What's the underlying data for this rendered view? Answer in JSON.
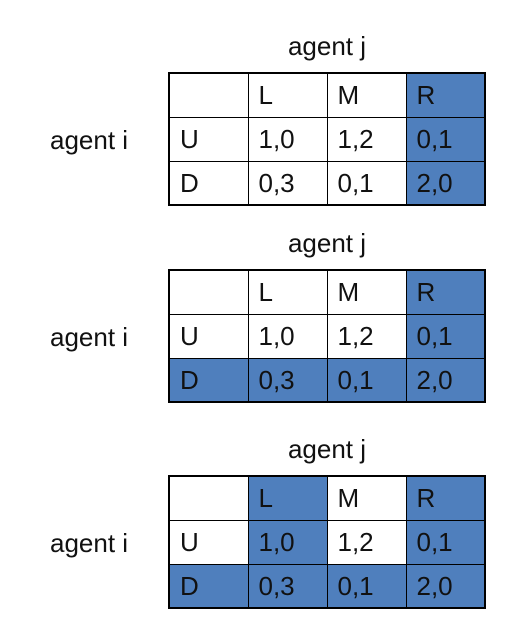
{
  "highlight_color": "#4f7fbd",
  "games": [
    {
      "col_player": "agent j",
      "row_player": "agent i",
      "columns": [
        "L",
        "M",
        "R"
      ],
      "rows": [
        {
          "label": "U",
          "payoffs": [
            "1,0",
            "1,2",
            "0,1"
          ]
        },
        {
          "label": "D",
          "payoffs": [
            "0,3",
            "0,1",
            "2,0"
          ]
        }
      ],
      "highlighted_columns": [
        "R"
      ],
      "highlighted_rows": []
    },
    {
      "col_player": "agent j",
      "row_player": "agent i",
      "columns": [
        "L",
        "M",
        "R"
      ],
      "rows": [
        {
          "label": "U",
          "payoffs": [
            "1,0",
            "1,2",
            "0,1"
          ]
        },
        {
          "label": "D",
          "payoffs": [
            "0,3",
            "0,1",
            "2,0"
          ]
        }
      ],
      "highlighted_columns": [
        "R"
      ],
      "highlighted_rows": [
        "D"
      ]
    },
    {
      "col_player": "agent j",
      "row_player": "agent i",
      "columns": [
        "L",
        "M",
        "R"
      ],
      "rows": [
        {
          "label": "U",
          "payoffs": [
            "1,0",
            "1,2",
            "0,1"
          ]
        },
        {
          "label": "D",
          "payoffs": [
            "0,3",
            "0,1",
            "2,0"
          ]
        }
      ],
      "highlighted_columns": [
        "L",
        "R"
      ],
      "highlighted_rows": [
        "D"
      ]
    }
  ]
}
